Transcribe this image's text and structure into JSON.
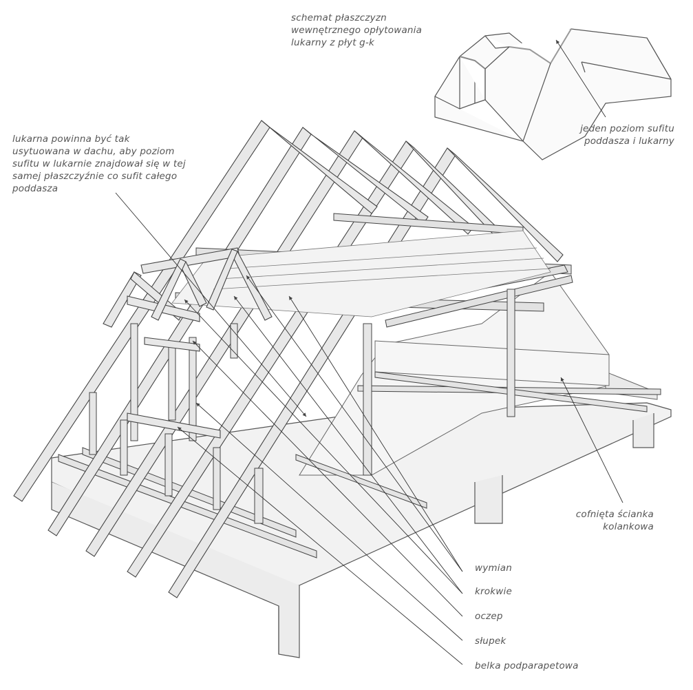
{
  "labels": {
    "schemat": "schemat płaszczyzn\nwewnętrznego opłytowania\nlukarny z płyt g-k",
    "poziom": "jeden poziom sufitu\npoddasza i lukarny",
    "lukarna_note": "lukarna powinna być tak\nusytuowana w dachu, aby poziom\nsufitu w lukarnie znajdował się w tej\nsamej płaszczyźnie co sufit całego\npoddasza",
    "cofnieta": "cofnięta ścianka\nkolankowa",
    "wymian": "wymian",
    "krokwie": "krokwie",
    "oczep": "oczep",
    "slupek": "słupek",
    "belka": "belka podparapetowa"
  },
  "colors": {
    "line": "#444444",
    "wood": "#e6e6e6",
    "wall": "#f1f1f1",
    "text": "#555555"
  }
}
